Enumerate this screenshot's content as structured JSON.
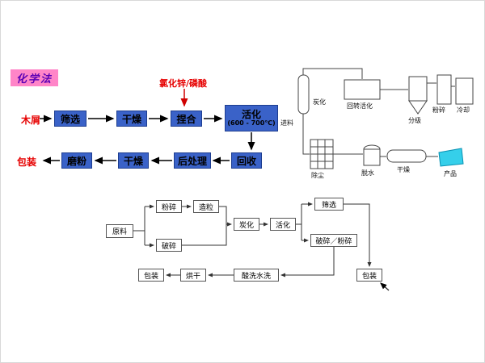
{
  "chemical_flow": {
    "tag": "化学法",
    "reagent": "氯化锌/磷酸",
    "input": "木屑",
    "steps_row1": [
      "筛选",
      "干燥",
      "捏合"
    ],
    "activation_line1": "活化",
    "activation_line2": "(600 - 700℃)",
    "steps_row2": [
      "回收",
      "后处理",
      "干燥",
      "磨粉"
    ],
    "output": "包装"
  },
  "equipment": {
    "feed": "进料",
    "carbonize": "炭化",
    "rotary_activation": "回转活化",
    "classify": "分级",
    "mill": "粉碎",
    "cool": "冷却",
    "dedust": "除尘",
    "dewater": "脱水",
    "dry": "干燥",
    "product": "产品"
  },
  "physical_flow": {
    "raw": "原料",
    "mill": "粉碎",
    "granulate": "造粒",
    "crush": "破碎",
    "carbonize": "炭化",
    "activate": "活化",
    "screen": "筛选",
    "crush_mill": "破碎／粉碎",
    "acid_wash": "酸洗水洗",
    "dry": "烘干",
    "pack_left": "包装",
    "pack_right": "包装"
  },
  "colors": {
    "process_box_blue": "#3A62C8",
    "tag_pink": "#FF85C8",
    "tag_text_purple": "#5B00B5",
    "highlight_red": "#E60000",
    "product_cyan": "#35CFEA"
  }
}
